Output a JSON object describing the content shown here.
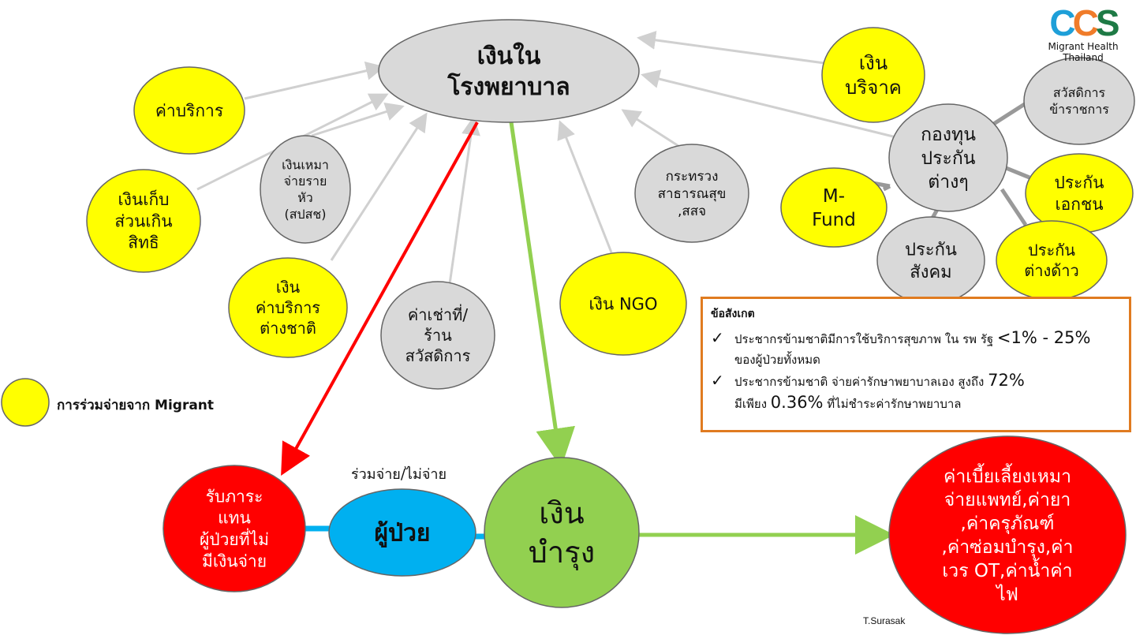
{
  "colors": {
    "yellow": "#ffff00",
    "gray": "#d9d9d9",
    "red": "#ff0000",
    "blue": "#00b0f0",
    "green": "#92d050",
    "orange": "#e07b20"
  },
  "nodes": {
    "hospital": [
      "เงินใน",
      "โรงพยาบาล"
    ],
    "donation": [
      "เงิน",
      "บริจาค"
    ],
    "service_fee": [
      "ค่าบริการ"
    ],
    "capitation": [
      "เงินเหมา",
      "จ่ายราย",
      "หัว",
      "(สปสช)"
    ],
    "excess_copay": [
      "เงินเก็บ",
      "ส่วนเกิน",
      "สิทธิ"
    ],
    "moph": [
      "กระทรวง",
      "สาธารณสุข",
      ",สสจ"
    ],
    "insurance_funds": [
      "กองทุน",
      "ประกัน",
      "ต่างๆ"
    ],
    "civil_servant": [
      "สวัสดิการ",
      "ข้าราชการ"
    ],
    "m_fund": [
      "M-",
      "Fund"
    ],
    "private_insurance": [
      "ประกัน",
      "เอกชน"
    ],
    "social_security": [
      "ประกัน",
      "สังคม"
    ],
    "foreigner_insurance": [
      "ประกัน",
      "ต่างด้าว"
    ],
    "foreign_service": [
      "เงิน",
      "ค่าบริการ",
      "ต่างชาติ"
    ],
    "rent": [
      "ค่าเช่าที่/",
      "ร้าน",
      "สวัสดิการ"
    ],
    "ngo": [
      "เงิน NGO"
    ],
    "burden": [
      "รับภาระ",
      "แทน",
      "ผู้ป่วยที่ไม่",
      "มีเงินจ่าย"
    ],
    "patient": [
      "ผู้ป่วย"
    ],
    "maintenance": [
      "เงิน",
      "บำรุง"
    ],
    "expenses": [
      "ค่าเบี้ยเลี้ยงเหมา",
      "จ่ายแพทย์,ค่ายา",
      ",ค่าครุภัณฑ์",
      ",ค่าซ่อมบำรุง,ค่า",
      "เวร OT,ค่าน้ำค่า",
      "ไฟ"
    ]
  },
  "legend": {
    "label": "การร่วมจ่ายจาก Migrant"
  },
  "share_label": "ร่วมจ่าย/ไม่จ่าย",
  "note": {
    "title": "ข้อสังเกต",
    "item1_text": "ประชากรข้ามชาติมีการใช้บริการสุขภาพ ใน รพ รัฐ ",
    "item1_value": "<1% - 25%",
    "item1_cont": "ของผู้ป่วยทั้งหมด",
    "item2_text": "ประชากรข้ามชาติ จ่ายค่ารักษาพยาบาลเอง สูงถึง ",
    "item2_value": "72%",
    "item2_cont_pre": "มีเพียง ",
    "item2_cont_value": "0.36%",
    "item2_cont_post": " ที่ไม่ชำระค่ารักษาพยาบาล",
    "check": "✓"
  },
  "logo": {
    "mark": "CCS",
    "line1": "Migrant Health",
    "line2": "Thailand"
  },
  "credit": "T.Surasak"
}
